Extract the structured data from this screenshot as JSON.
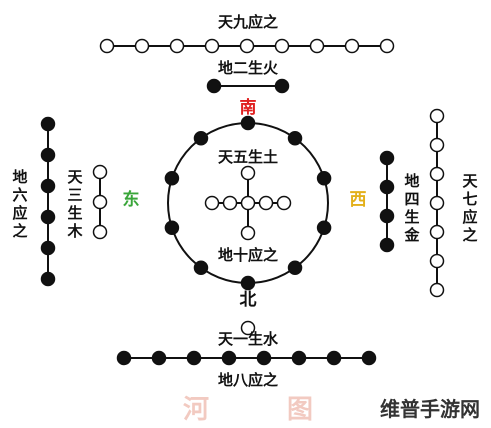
{
  "labels": {
    "top_outer": "天九应之",
    "top_inner": "地二生火",
    "center_top": "天五生土",
    "center_bottom": "地十应之",
    "bottom_inner": "天一生水",
    "bottom_outer": "地八应之",
    "left_outer": [
      "地",
      "六",
      "应",
      "之"
    ],
    "left_inner": [
      "天",
      "三",
      "生",
      "木"
    ],
    "right_inner": [
      "地",
      "四",
      "生",
      "金"
    ],
    "right_outer": [
      "天",
      "七",
      "应",
      "之"
    ]
  },
  "directions": {
    "south": "南",
    "north": "北",
    "east": "东",
    "west": "西"
  },
  "direction_colors": {
    "south": "#e02020",
    "north": "#111111",
    "east": "#3aa63a",
    "west": "#e3b01a"
  },
  "watermarks": {
    "left": "河",
    "right": "图",
    "brand": "维普手游网"
  },
  "colors": {
    "yang_dot_fill": "#ffffff",
    "yin_dot_fill": "#111111",
    "line": "#111111",
    "watermark": "#e8a090"
  }
}
